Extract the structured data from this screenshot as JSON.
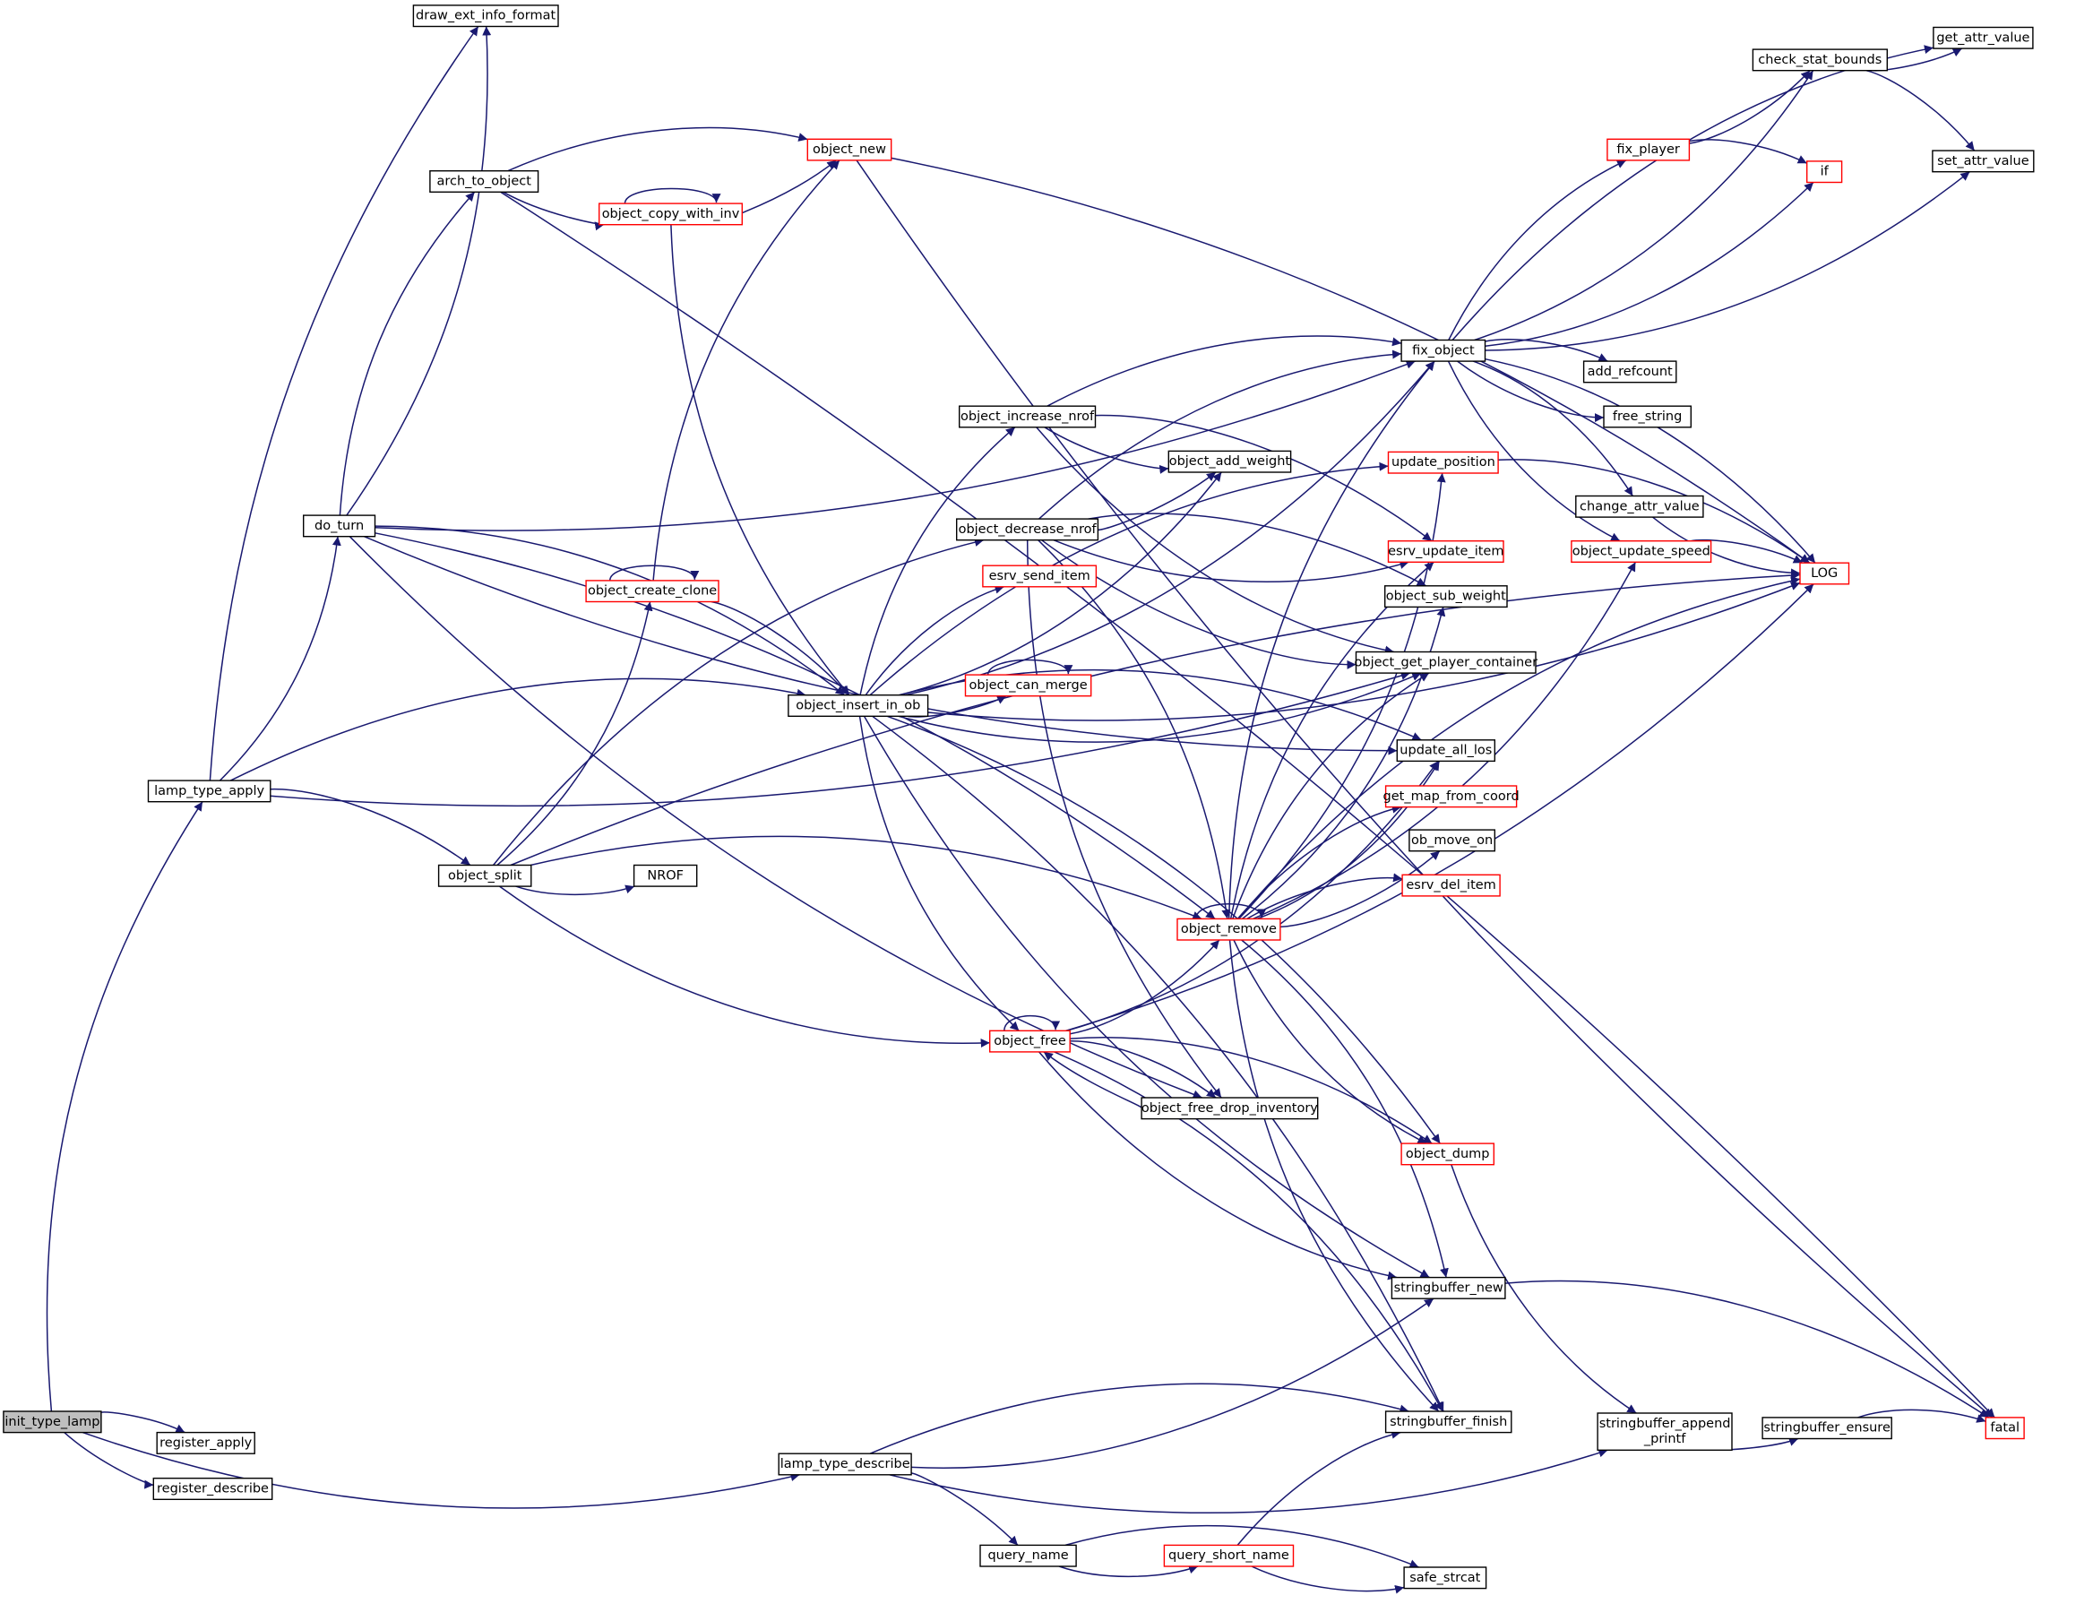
{
  "colors": {
    "edge": "#191970",
    "node_border_black": "#000000",
    "node_border_red": "#ff0000",
    "node_fill": "#ffffff",
    "root_fill": "#bfbfbf"
  },
  "nodes": {
    "init_type_lamp": {
      "lines": [
        "init_type_lamp"
      ],
      "style": "root"
    },
    "register_apply": {
      "lines": [
        "register_apply"
      ],
      "style": "black"
    },
    "register_describe": {
      "lines": [
        "register_describe"
      ],
      "style": "black"
    },
    "lamp_type_apply": {
      "lines": [
        "lamp_type_apply"
      ],
      "style": "black"
    },
    "lamp_type_describe": {
      "lines": [
        "lamp_type_describe"
      ],
      "style": "black"
    },
    "draw_ext_info_format": {
      "lines": [
        "draw_ext_info_format"
      ],
      "style": "black"
    },
    "do_turn": {
      "lines": [
        "do_turn"
      ],
      "style": "black"
    },
    "arch_to_object": {
      "lines": [
        "arch_to_object"
      ],
      "style": "black"
    },
    "object_new": {
      "lines": [
        "object_new"
      ],
      "style": "red"
    },
    "object_copy_with_inv": {
      "lines": [
        "object_copy_with_inv"
      ],
      "style": "red"
    },
    "object_create_clone": {
      "lines": [
        "object_create_clone"
      ],
      "style": "red"
    },
    "object_split": {
      "lines": [
        "object_split"
      ],
      "style": "black"
    },
    "NROF": {
      "lines": [
        "NROF"
      ],
      "style": "black"
    },
    "object_insert_in_ob": {
      "lines": [
        "object_insert_in_ob"
      ],
      "style": "black"
    },
    "object_increase_nrof": {
      "lines": [
        "object_increase_nrof"
      ],
      "style": "black"
    },
    "object_decrease_nrof": {
      "lines": [
        "object_decrease_nrof"
      ],
      "style": "black"
    },
    "object_add_weight": {
      "lines": [
        "object_add_weight"
      ],
      "style": "black"
    },
    "esrv_send_item": {
      "lines": [
        "esrv_send_item"
      ],
      "style": "red"
    },
    "object_can_merge": {
      "lines": [
        "object_can_merge"
      ],
      "style": "red"
    },
    "object_free": {
      "lines": [
        "object_free"
      ],
      "style": "red"
    },
    "object_free_drop_inventory": {
      "lines": [
        "object_free_drop_inventory"
      ],
      "style": "black"
    },
    "query_name": {
      "lines": [
        "query_name"
      ],
      "style": "black"
    },
    "query_short_name": {
      "lines": [
        "query_short_name"
      ],
      "style": "red"
    },
    "safe_strcat": {
      "lines": [
        "safe_strcat"
      ],
      "style": "black"
    },
    "fix_object": {
      "lines": [
        "fix_object"
      ],
      "style": "black"
    },
    "update_position": {
      "lines": [
        "update_position"
      ],
      "style": "red"
    },
    "esrv_update_item": {
      "lines": [
        "esrv_update_item"
      ],
      "style": "red"
    },
    "object_sub_weight": {
      "lines": [
        "object_sub_weight"
      ],
      "style": "black"
    },
    "object_get_player_container": {
      "lines": [
        "object_get_player_container"
      ],
      "style": "black"
    },
    "update_all_los": {
      "lines": [
        "update_all_los"
      ],
      "style": "black"
    },
    "get_map_from_coord": {
      "lines": [
        "get_map_from_coord"
      ],
      "style": "red"
    },
    "ob_move_on": {
      "lines": [
        "ob_move_on"
      ],
      "style": "black"
    },
    "esrv_del_item": {
      "lines": [
        "esrv_del_item"
      ],
      "style": "red"
    },
    "object_remove": {
      "lines": [
        "object_remove"
      ],
      "style": "red"
    },
    "object_dump": {
      "lines": [
        "object_dump"
      ],
      "style": "red"
    },
    "stringbuffer_new": {
      "lines": [
        "stringbuffer_new"
      ],
      "style": "black"
    },
    "stringbuffer_finish": {
      "lines": [
        "stringbuffer_finish"
      ],
      "style": "black"
    },
    "stringbuffer_append_printf": {
      "lines": [
        "stringbuffer_append",
        "_printf"
      ],
      "style": "black"
    },
    "stringbuffer_ensure": {
      "lines": [
        "stringbuffer_ensure"
      ],
      "style": "black"
    },
    "fatal": {
      "lines": [
        "fatal"
      ],
      "style": "red"
    },
    "add_refcount": {
      "lines": [
        "add_refcount"
      ],
      "style": "black"
    },
    "free_string": {
      "lines": [
        "free_string"
      ],
      "style": "black"
    },
    "change_attr_value": {
      "lines": [
        "change_attr_value"
      ],
      "style": "black"
    },
    "object_update_speed": {
      "lines": [
        "object_update_speed"
      ],
      "style": "red"
    },
    "fix_player": {
      "lines": [
        "fix_player"
      ],
      "style": "red"
    },
    "if": {
      "lines": [
        "if"
      ],
      "style": "red"
    },
    "check_stat_bounds": {
      "lines": [
        "check_stat_bounds"
      ],
      "style": "black"
    },
    "get_attr_value": {
      "lines": [
        "get_attr_value"
      ],
      "style": "black"
    },
    "set_attr_value": {
      "lines": [
        "set_attr_value"
      ],
      "style": "black"
    },
    "LOG": {
      "lines": [
        "LOG"
      ],
      "style": "red"
    }
  },
  "edges": [
    [
      "init_type_lamp",
      "lamp_type_apply"
    ],
    [
      "init_type_lamp",
      "lamp_type_describe"
    ],
    [
      "init_type_lamp",
      "register_apply"
    ],
    [
      "init_type_lamp",
      "register_describe"
    ],
    [
      "lamp_type_apply",
      "draw_ext_info_format"
    ],
    [
      "lamp_type_apply",
      "do_turn"
    ],
    [
      "lamp_type_apply",
      "object_insert_in_ob"
    ],
    [
      "lamp_type_apply",
      "object_get_player_container"
    ],
    [
      "lamp_type_apply",
      "object_split"
    ],
    [
      "do_turn",
      "draw_ext_info_format"
    ],
    [
      "do_turn",
      "arch_to_object"
    ],
    [
      "do_turn",
      "fix_object"
    ],
    [
      "do_turn",
      "object_insert_in_ob"
    ],
    [
      "do_turn",
      "update_all_los"
    ],
    [
      "do_turn",
      "object_remove"
    ],
    [
      "do_turn",
      "object_free_drop_inventory"
    ],
    [
      "arch_to_object",
      "object_new"
    ],
    [
      "arch_to_object",
      "object_copy_with_inv"
    ],
    [
      "arch_to_object",
      "fatal"
    ],
    [
      "object_copy_with_inv",
      "object_new"
    ],
    [
      "object_copy_with_inv",
      "object_copy_with_inv"
    ],
    [
      "object_copy_with_inv",
      "object_insert_in_ob"
    ],
    [
      "object_new",
      "LOG"
    ],
    [
      "object_new",
      "fatal"
    ],
    [
      "object_create_clone",
      "object_new"
    ],
    [
      "object_create_clone",
      "object_create_clone"
    ],
    [
      "object_create_clone",
      "object_insert_in_ob"
    ],
    [
      "object_split",
      "object_create_clone"
    ],
    [
      "object_split",
      "object_decrease_nrof"
    ],
    [
      "object_split",
      "NROF"
    ],
    [
      "object_split",
      "object_remove"
    ],
    [
      "object_split",
      "object_free"
    ],
    [
      "object_split",
      "LOG"
    ],
    [
      "object_insert_in_ob",
      "fix_object"
    ],
    [
      "object_insert_in_ob",
      "object_increase_nrof"
    ],
    [
      "object_insert_in_ob",
      "object_add_weight"
    ],
    [
      "object_insert_in_ob",
      "esrv_send_item"
    ],
    [
      "object_insert_in_ob",
      "object_can_merge"
    ],
    [
      "object_insert_in_ob",
      "update_position"
    ],
    [
      "object_insert_in_ob",
      "object_get_player_container"
    ],
    [
      "object_insert_in_ob",
      "update_all_los"
    ],
    [
      "object_insert_in_ob",
      "object_free"
    ],
    [
      "object_insert_in_ob",
      "object_dump"
    ],
    [
      "object_insert_in_ob",
      "stringbuffer_new"
    ],
    [
      "object_insert_in_ob",
      "stringbuffer_finish"
    ],
    [
      "object_insert_in_ob",
      "LOG"
    ],
    [
      "object_can_merge",
      "object_can_merge"
    ],
    [
      "object_increase_nrof",
      "object_add_weight"
    ],
    [
      "object_increase_nrof",
      "esrv_update_item"
    ],
    [
      "object_increase_nrof",
      "object_get_player_container"
    ],
    [
      "object_increase_nrof",
      "fix_object"
    ],
    [
      "object_decrease_nrof",
      "object_add_weight"
    ],
    [
      "object_decrease_nrof",
      "fix_object"
    ],
    [
      "object_decrease_nrof",
      "esrv_update_item"
    ],
    [
      "object_decrease_nrof",
      "object_sub_weight"
    ],
    [
      "object_decrease_nrof",
      "object_get_player_container"
    ],
    [
      "object_decrease_nrof",
      "object_remove"
    ],
    [
      "object_decrease_nrof",
      "object_free_drop_inventory"
    ],
    [
      "object_free",
      "object_free"
    ],
    [
      "object_free",
      "object_remove"
    ],
    [
      "object_free",
      "object_free_drop_inventory"
    ],
    [
      "object_free",
      "update_all_los"
    ],
    [
      "object_free",
      "object_dump"
    ],
    [
      "object_free",
      "stringbuffer_new"
    ],
    [
      "object_free",
      "stringbuffer_finish"
    ],
    [
      "object_free",
      "LOG"
    ],
    [
      "object_free_drop_inventory",
      "object_free"
    ],
    [
      "object_remove",
      "object_remove"
    ],
    [
      "object_remove",
      "fix_object"
    ],
    [
      "object_remove",
      "update_position"
    ],
    [
      "object_remove",
      "esrv_update_item"
    ],
    [
      "object_remove",
      "object_sub_weight"
    ],
    [
      "object_remove",
      "object_get_player_container"
    ],
    [
      "object_remove",
      "update_all_los"
    ],
    [
      "object_remove",
      "get_map_from_coord"
    ],
    [
      "object_remove",
      "ob_move_on"
    ],
    [
      "object_remove",
      "esrv_del_item"
    ],
    [
      "object_remove",
      "object_update_speed"
    ],
    [
      "object_remove",
      "LOG"
    ],
    [
      "object_remove",
      "object_dump"
    ],
    [
      "object_remove",
      "stringbuffer_new"
    ],
    [
      "object_remove",
      "stringbuffer_finish"
    ],
    [
      "update_position",
      "LOG"
    ],
    [
      "object_dump",
      "stringbuffer_append_printf"
    ],
    [
      "stringbuffer_new",
      "fatal"
    ],
    [
      "stringbuffer_append_printf",
      "stringbuffer_ensure"
    ],
    [
      "stringbuffer_ensure",
      "fatal"
    ],
    [
      "lamp_type_describe",
      "stringbuffer_new"
    ],
    [
      "lamp_type_describe",
      "stringbuffer_finish"
    ],
    [
      "lamp_type_describe",
      "stringbuffer_append_printf"
    ],
    [
      "lamp_type_describe",
      "query_name"
    ],
    [
      "query_name",
      "query_short_name"
    ],
    [
      "query_name",
      "safe_strcat"
    ],
    [
      "query_short_name",
      "safe_strcat"
    ],
    [
      "query_short_name",
      "stringbuffer_finish"
    ],
    [
      "fix_object",
      "check_stat_bounds"
    ],
    [
      "fix_object",
      "fix_player"
    ],
    [
      "fix_object",
      "if"
    ],
    [
      "fix_object",
      "get_attr_value"
    ],
    [
      "fix_object",
      "set_attr_value"
    ],
    [
      "fix_object",
      "add_refcount"
    ],
    [
      "fix_object",
      "free_string"
    ],
    [
      "fix_object",
      "change_attr_value"
    ],
    [
      "fix_object",
      "object_update_speed"
    ],
    [
      "fix_object",
      "LOG"
    ],
    [
      "fix_player",
      "check_stat_bounds"
    ],
    [
      "fix_player",
      "if"
    ],
    [
      "check_stat_bounds",
      "get_attr_value"
    ],
    [
      "check_stat_bounds",
      "set_attr_value"
    ],
    [
      "change_attr_value",
      "LOG"
    ],
    [
      "object_update_speed",
      "LOG"
    ]
  ]
}
